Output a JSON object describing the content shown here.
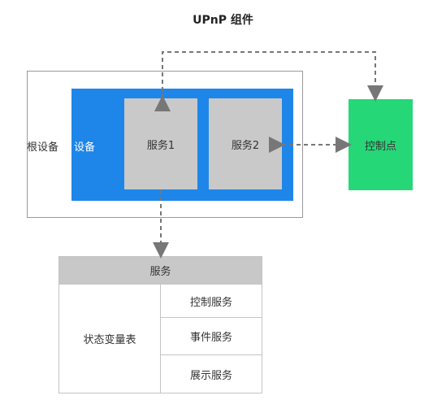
{
  "title": "UPnP 组件",
  "root_device": {
    "label": "根设备"
  },
  "device": {
    "label": "设备"
  },
  "services": [
    {
      "label": "服务1"
    },
    {
      "label": "服务2"
    }
  ],
  "control_point": {
    "label": "控制点"
  },
  "service_table": {
    "header": "服务",
    "left_label": "状态变量表",
    "right_items": [
      "控制服务",
      "事件服务",
      "展示服务"
    ]
  },
  "colors": {
    "device_blue": "#1f86e9",
    "service_gray": "#c9c9c9",
    "control_green": "#26d777",
    "line_gray": "#777777"
  }
}
